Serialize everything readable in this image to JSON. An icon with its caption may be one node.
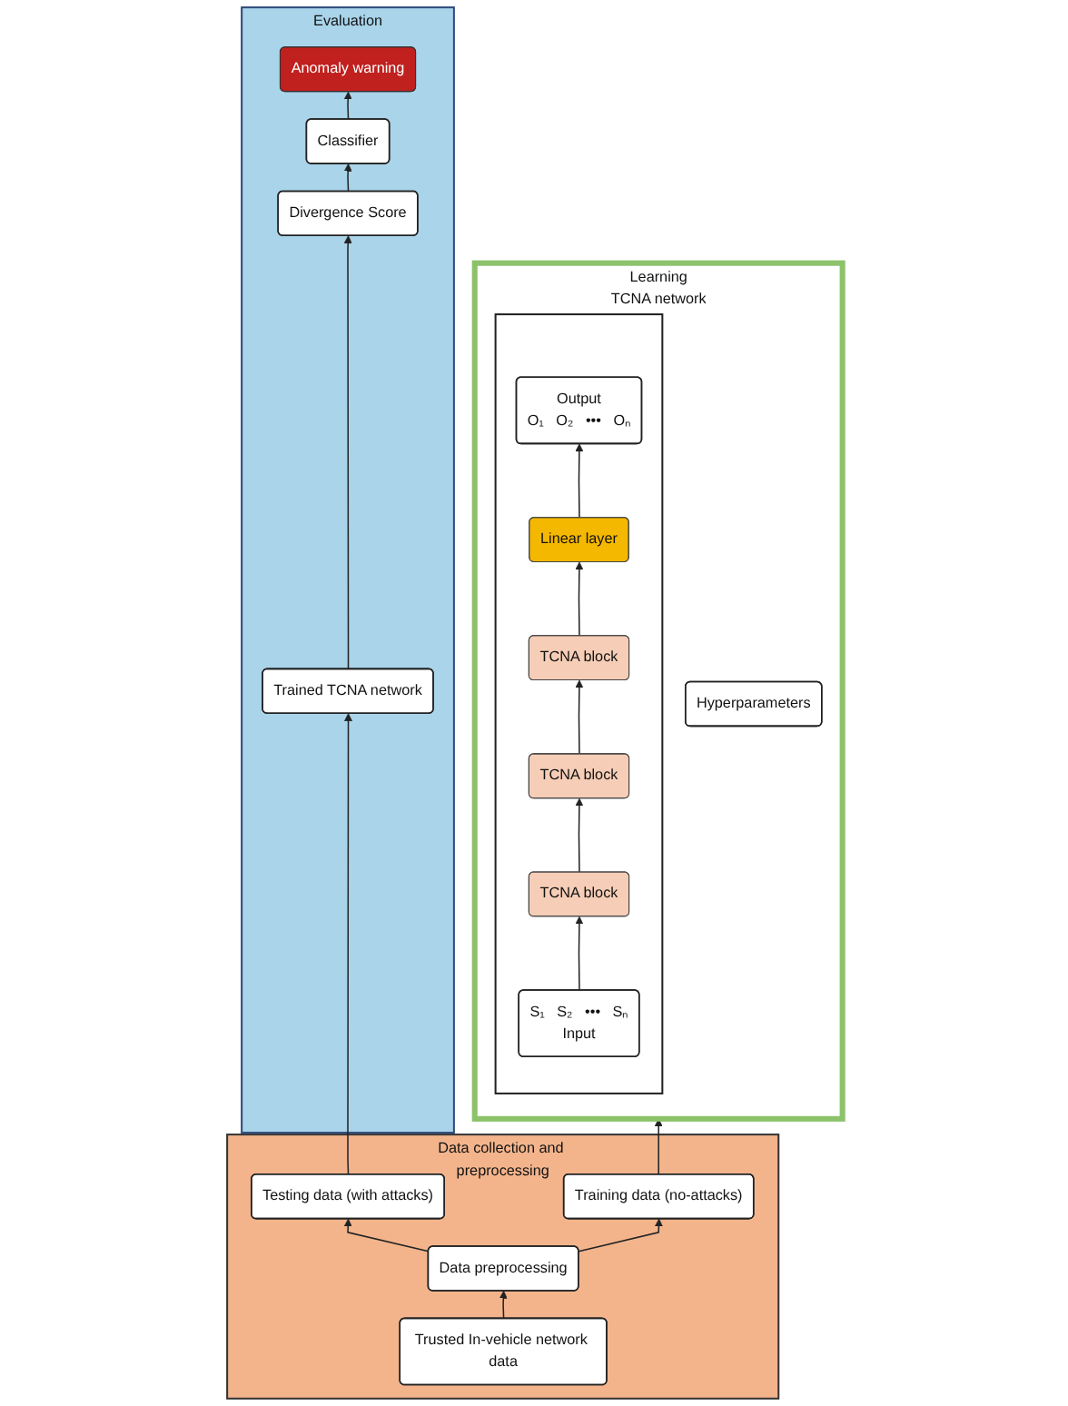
{
  "diagram": {
    "nodes": [
      {
        "text": [
          "Learning",
          "TCNA network"
        ]
      },
      {
        "text": [
          "Hyperparameters"
        ],
        "in": 0
      },
      {
        "text": [],
        "shape": "box",
        "in": 0
      },
      {
        "text": [
          "Output",
          "O₁",
          "O₂",
          "•••",
          "Oₙ"
        ],
        "in": 2
      },
      {
        "text": [
          "Linear layer"
        ],
        "in": 2
      },
      {
        "text": [
          "TCNA block"
        ],
        "in": 2
      },
      {
        "text": [
          "TCNA block"
        ],
        "in": 2
      },
      {
        "text": [
          "TCNA block"
        ],
        "in": 2
      },
      {
        "text": [
          "S₁",
          "S₂",
          "•••",
          "Sₙ",
          "Input"
        ],
        "in": 2
      },
      {
        "text": [
          "Evaluation"
        ]
      },
      {
        "text": [
          "Anomaly warning"
        ],
        "in": 9
      },
      {
        "text": [
          "Classifier"
        ],
        "in": 9
      },
      {
        "text": [
          "Divergence Score"
        ],
        "in": 9
      },
      {
        "text": [
          "Trained TCNA network"
        ],
        "in": 9
      },
      {
        "text": [
          "Data collection and preprocessing"
        ]
      },
      {
        "text": [
          "Training data (no-attacks)"
        ],
        "in": 14
      },
      {
        "text": [
          "Testing data (with attacks)"
        ],
        "in": 14
      },
      {
        "text": [
          "Data preprocessing"
        ],
        "in": 14
      },
      {
        "text": [
          "Trusted In-vehicle network data"
        ],
        "in": 14
      }
    ],
    "edges": [
      {
        "from": 8,
        "to": 7,
        "arrow": "to"
      },
      {
        "from": 7,
        "to": 6,
        "arrow": "to"
      },
      {
        "from": 6,
        "to": 5,
        "arrow": "to"
      },
      {
        "from": 5,
        "to": 4,
        "arrow": "to"
      },
      {
        "from": 4,
        "to": 3,
        "arrow": "to"
      },
      {
        "from": 13,
        "to": 12,
        "arrow": "to"
      },
      {
        "from": 12,
        "to": 11,
        "arrow": "to"
      },
      {
        "from": 11,
        "to": 10,
        "arrow": "to"
      },
      {
        "from": 18,
        "to": 17,
        "arrow": "to"
      },
      {
        "from": 17,
        "to": 15,
        "arrow": "to"
      },
      {
        "from": 17,
        "to": 16,
        "arrow": "to"
      },
      {
        "from": 15,
        "to": 0,
        "arrow": "to"
      },
      {
        "from": 16,
        "to": 13,
        "arrow": "to"
      }
    ]
  }
}
